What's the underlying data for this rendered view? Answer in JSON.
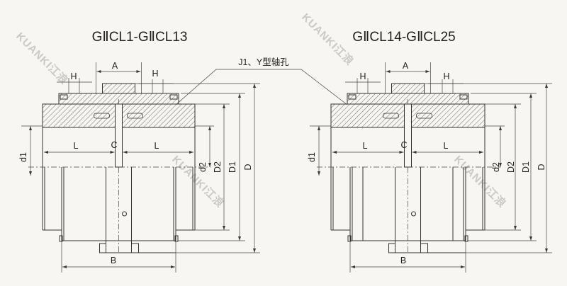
{
  "diagrams": [
    {
      "title": "GⅡCL1-GⅡCL13"
    },
    {
      "title": "GⅡCL14-GⅡCL25"
    }
  ],
  "leader_note": "J1、Y型轴孔",
  "dims": {
    "A": "A",
    "H": "H",
    "L": "L",
    "C": "C",
    "B": "B",
    "d1": "d1",
    "d2": "d2",
    "D2": "D2",
    "D1": "D1",
    "D": "D"
  },
  "watermark": "KUANKI江浪",
  "colors": {
    "background": "#f8f6f2",
    "line": "#333333"
  }
}
